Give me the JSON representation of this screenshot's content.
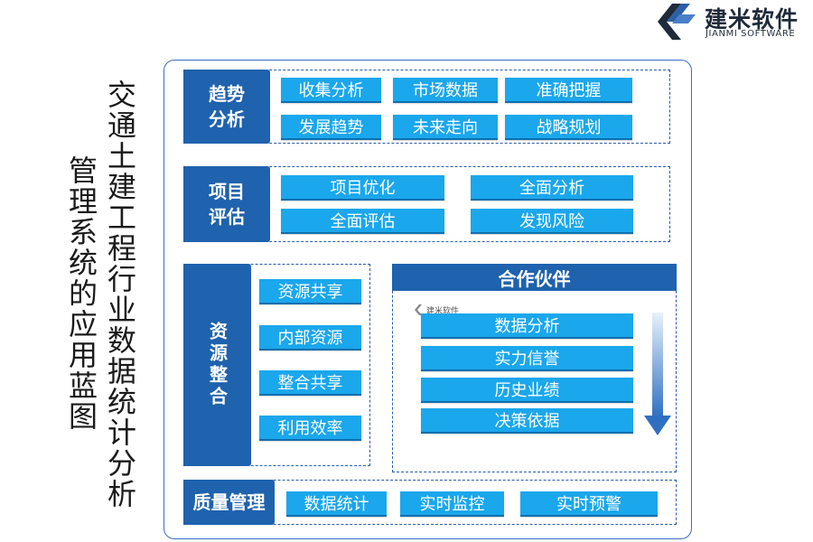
{
  "logo": {
    "title": "建米软件",
    "subtitle": "JIANMI SOFTWARE"
  },
  "title": {
    "line1": "交通土建工程行业数据统计分析",
    "line2": "管理系统的应用蓝图"
  },
  "sections": {
    "trend": {
      "label": "趋势分析",
      "items": [
        "收集分析",
        "市场数据",
        "准确把握",
        "发展趋势",
        "未来走向",
        "战略规划"
      ]
    },
    "project": {
      "label": "项目评估",
      "items": [
        "项目优化",
        "全面分析",
        "全面评估",
        "发现风险"
      ]
    },
    "resource": {
      "label": "资源整合",
      "items": [
        "资源共享",
        "内部资源",
        "整合共享",
        "利用效率"
      ]
    },
    "partner": {
      "label": "合作伙伴",
      "watermark": "建米软件",
      "items": [
        "数据分析",
        "实力信誉",
        "历史业绩",
        "决策依据"
      ]
    },
    "quality": {
      "label": "质量管理",
      "items": [
        "数据统计",
        "实时监控",
        "实时预警"
      ]
    }
  },
  "colors": {
    "dark_blue": "#1f62ad",
    "chip_blue": "#1aa7ec",
    "frame": "#3d6cc4"
  }
}
